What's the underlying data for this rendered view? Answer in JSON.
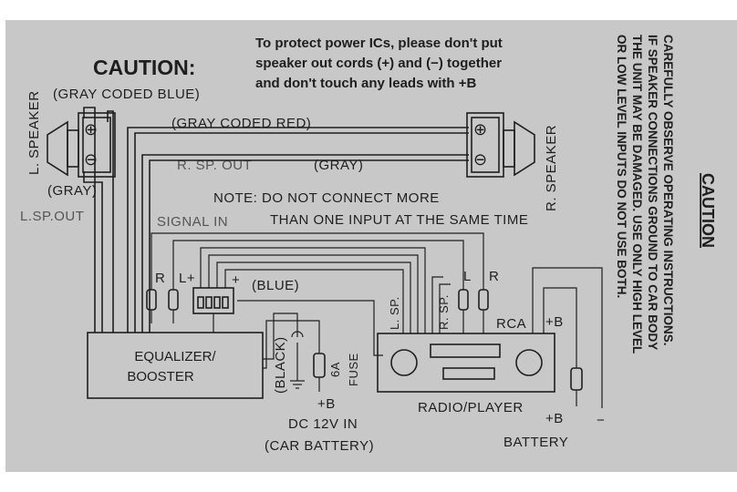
{
  "caution_title": "CAUTION:",
  "protect_note": [
    "To protect power ICs, please don't put",
    "speaker out cords (+) and (−) together",
    "and don't touch any leads with +B"
  ],
  "side_caution": {
    "title": "CAUTION",
    "lines": [
      "CAREFULLY OBSERVE OPERATING INSTRUCTIONS.",
      "IF SPEAKER CONNECTIONS GROUND TO CAR BODY",
      "THE UNIT MAY BE DAMAGED. USE ONLY HIGH LEVEL",
      "OR LOW LEVEL INPUTS DO NOT USE BOTH."
    ]
  },
  "labels": {
    "l_speaker": "L. SPEAKER",
    "r_speaker": "R. SPEAKER",
    "gray_coded_blue": "(GRAY CODED BLUE)",
    "gray_coded_red": "(GRAY CODED RED)",
    "gray_left": "(GRAY)",
    "gray_right": "(GRAY)",
    "l_sp_out": "L.SP.OUT",
    "r_sp_out": "R. SP. OUT",
    "note_1": "NOTE: DO NOT CONNECT MORE",
    "note_2": "THAN ONE INPUT AT THE SAME TIME",
    "signal_in": "SIGNAL IN",
    "r_in": "R",
    "l_plus": "L+",
    "plus": "+",
    "blue": "(BLUE)",
    "black": "(BLACK)",
    "fuse_amp": "6A",
    "fuse": "FUSE",
    "plus_b_eq": "+B",
    "equalizer_1": "EQUALIZER/",
    "equalizer_2": "BOOSTER",
    "dc_in": "DC 12V IN",
    "car_battery": "(CAR BATTERY)",
    "l_sp": "L. SP.",
    "r_sp": "R. SP.",
    "rca_l": "L",
    "rca_r": "R",
    "rca": "RCA",
    "plus_b_radio": "+B",
    "radio_player": "RADIO/PLAYER",
    "plus_b_batt": "+B",
    "minus_batt": "−",
    "battery": "BATTERY",
    "plus_sym": "⊕",
    "minus_sym": "⊖"
  },
  "colors": {
    "card": "#c8c8c8",
    "ink": "#1e1e1e"
  }
}
